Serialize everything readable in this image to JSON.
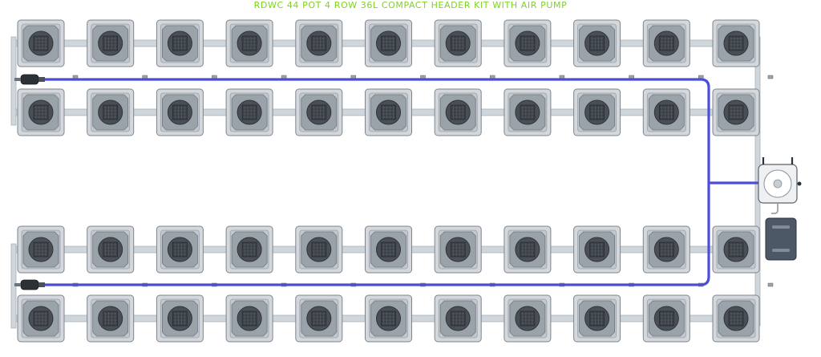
{
  "title": "RDWC 44 POT 4 ROW 36L COMPACT HEADER KIT WITH AIR PUMP",
  "layout": {
    "rows": 4,
    "pots_per_row": 11,
    "total_pots": 44,
    "reservoir_volume": "36L"
  },
  "colors": {
    "title": "#7ed321",
    "pot_body": "#d4d8dc",
    "pot_lid": "#4a4f55",
    "pipe": "#cfd6dc",
    "air_line": "#4a4fd6",
    "pump_body": "#eef0f2",
    "controller_body": "#4d5866"
  },
  "components": {
    "pots": "pot-icon",
    "air_pump": "air-pump-icon",
    "controller": "controller-icon",
    "fittings": "fitting-icon"
  }
}
